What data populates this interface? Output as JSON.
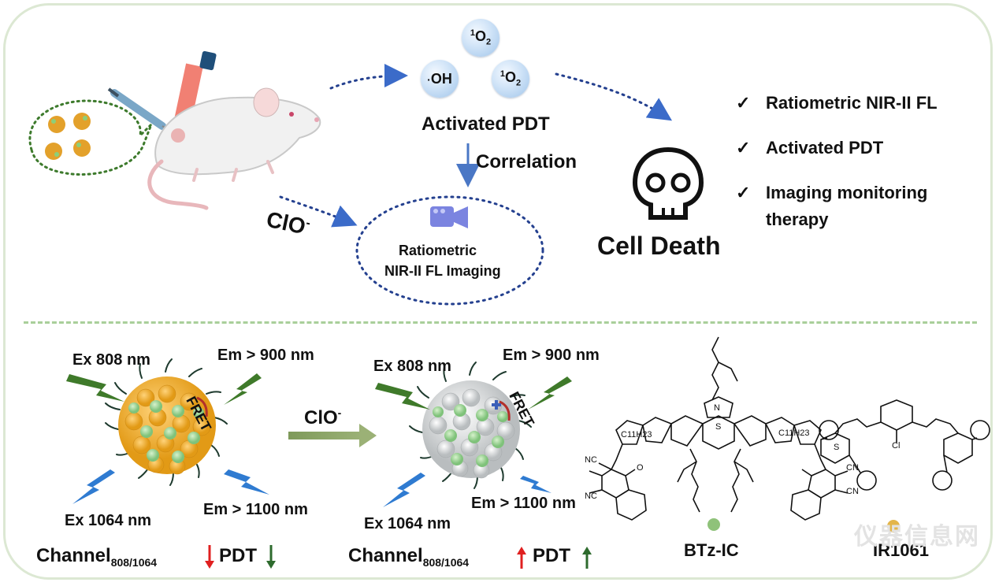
{
  "top": {
    "species": [
      {
        "sup": "1",
        "main": "O",
        "sub": "2"
      },
      {
        "prefix": "·",
        "main": "OH"
      },
      {
        "sup": "1",
        "main": "O",
        "sub": "2"
      }
    ],
    "activated_pdt": "Activated PDT",
    "correlation": "Correlation",
    "trigger": {
      "main": "ClO",
      "sup": "-"
    },
    "imaging_line1": "Ratiometric",
    "imaging_line2": "NIR-II FL Imaging",
    "cell_death": "Cell Death",
    "features": [
      "Ratiometric NIR-II FL",
      "Activated PDT",
      "Imaging monitoring",
      "therapy"
    ]
  },
  "bottom": {
    "left": {
      "ex808": "Ex 808 nm",
      "em900": "Em > 900 nm",
      "fret": "FRET",
      "ex1064": "Ex 1064 nm",
      "em1100": "Em > 1100 nm",
      "channel": "Channel",
      "channel_sub": "808/1064",
      "pdt": "PDT"
    },
    "arrow_label": {
      "main": "ClO",
      "sup": "-"
    },
    "right": {
      "ex808": "Ex 808 nm",
      "em900": "Em > 900 nm",
      "fret": "FRET",
      "ex1064": "Ex 1064 nm",
      "em1100": "Em > 1100 nm",
      "channel": "Channel",
      "channel_sub": "808/1064",
      "pdt": "PDT"
    },
    "btz": {
      "alkyl_left": "C11H23",
      "alkyl_right": "C11H23",
      "cn1": "NC",
      "cn2": "NC",
      "cn3": "CN",
      "cn4": "CN",
      "o": "O",
      "n": "N",
      "s": "S",
      "label": "BTz-IC"
    },
    "ir": {
      "s": "S",
      "cl": "Cl",
      "label": "IR1061"
    }
  },
  "colors": {
    "dotted_arrow": "#24408f",
    "solid_arrow": "#4a77c5",
    "frame": "#dce8d3",
    "divider": "#a9cf9a",
    "lightning_green": "#3f7a2a",
    "lightning_blue": "#2f7bd1",
    "up_arrow": "#e02020",
    "down_arrow": "#2e6b2e",
    "btz_dot": "#8fc27a",
    "ir_dot": "#e3b54a"
  },
  "watermark": "仪器信息网"
}
